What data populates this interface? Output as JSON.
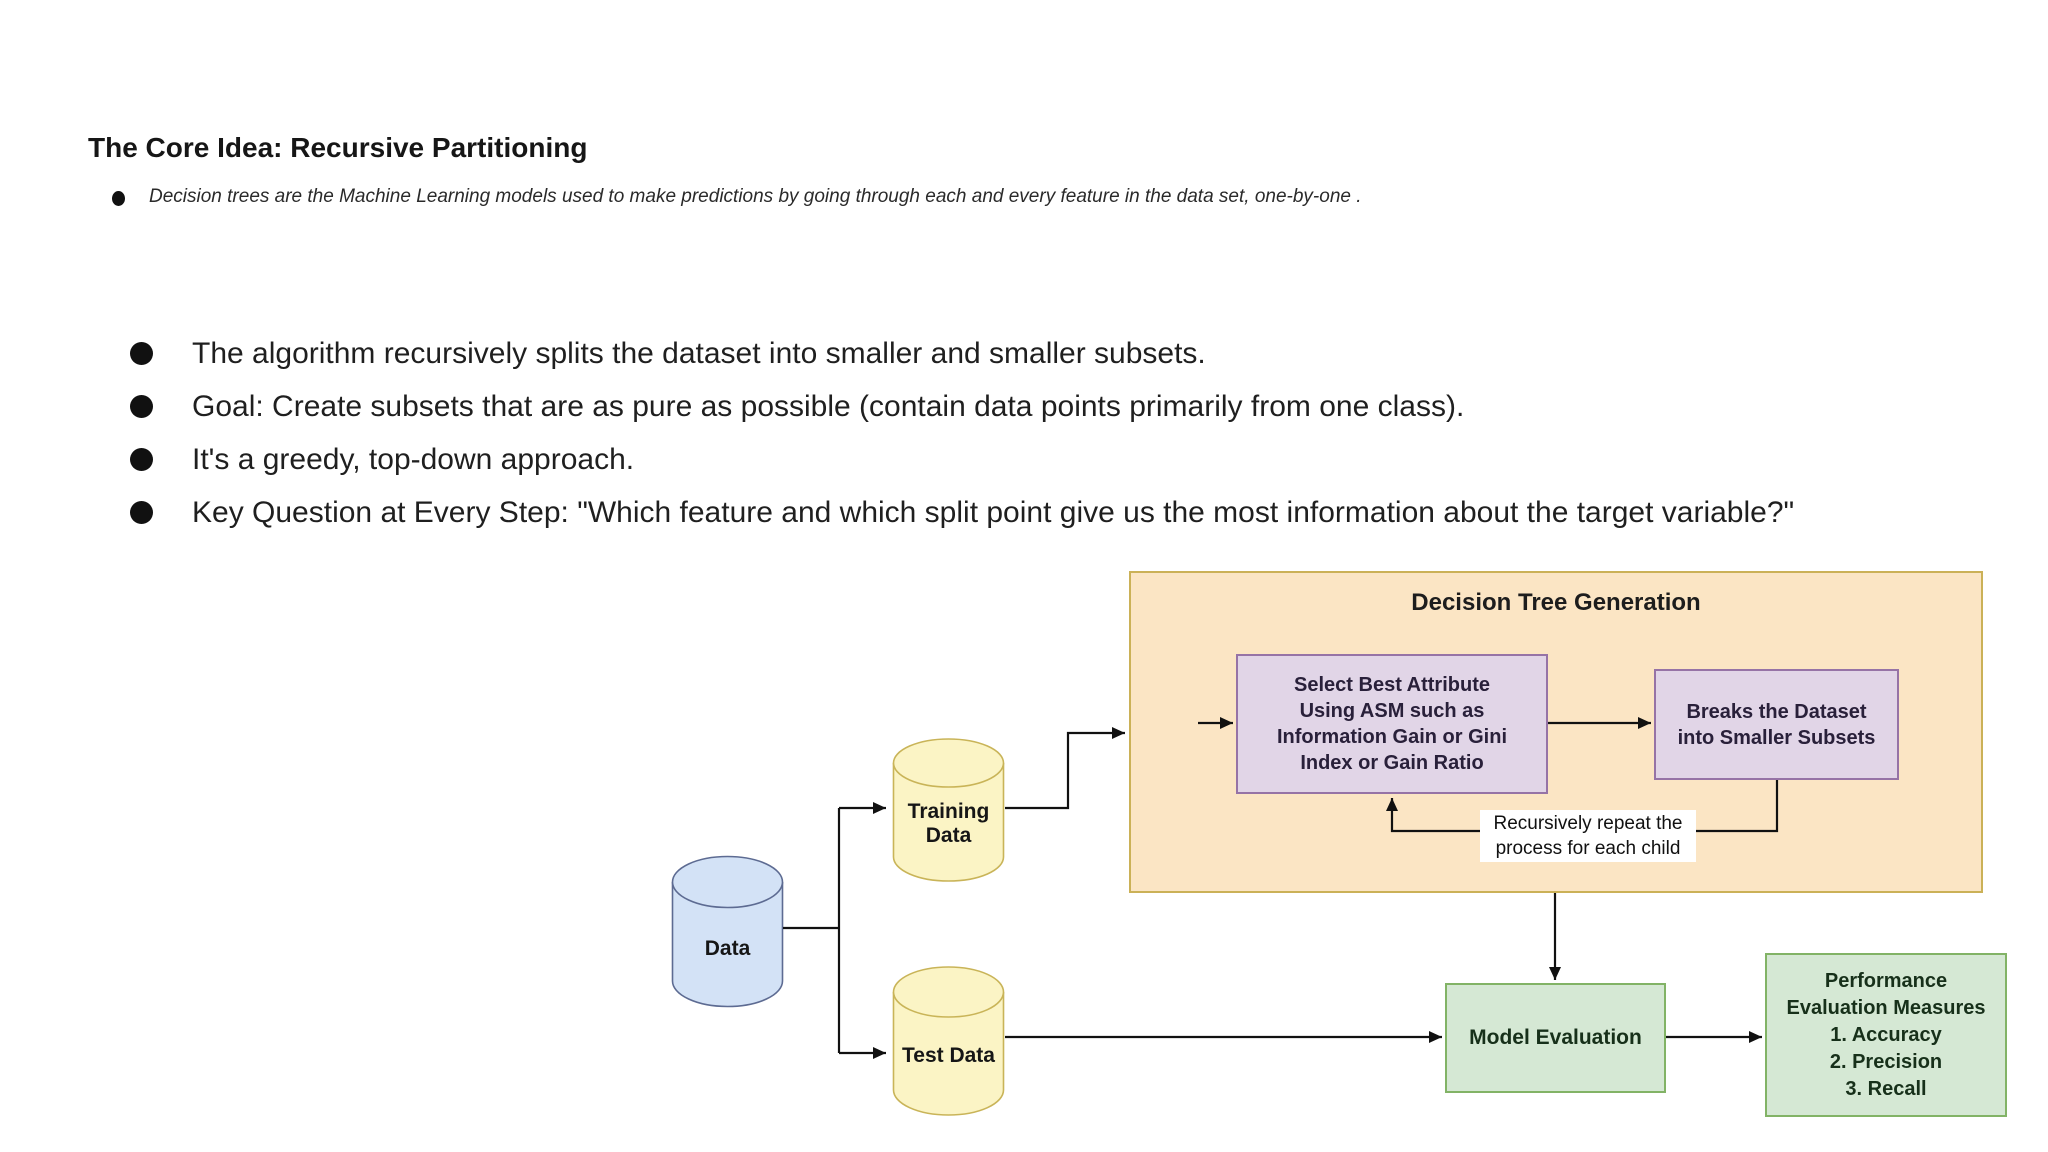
{
  "colors": {
    "orange_fill": "#FBE5C4",
    "orange_border": "#CBB157",
    "purple_fill": "#E1D5E7",
    "purple_border": "#9673A6",
    "green_fill": "#D5E8D4",
    "green_border": "#82B366",
    "yellow_fill": "#FBF4C5",
    "yellow_border": "#C9B458",
    "blue_fill": "#D3E2F6",
    "blue_border": "#5D6B92",
    "line": "#111111",
    "text": "#1f1f1f"
  },
  "header": {
    "title": "The Core Idea: Recursive Partitioning"
  },
  "intro_bullet": "Decision trees are the Machine Learning models used to make predictions by going through each and every feature in the data set, one-by-one .",
  "main_bullets": [
    "The algorithm recursively splits the dataset into smaller and smaller subsets.",
    "Goal: Create subsets that are as pure as possible (contain data points primarily from one class).",
    "It's a greedy, top-down approach.",
    "Key Question at Every Step: \"Which feature and which split point give us the most information about the target variable?\""
  ],
  "diagram": {
    "container_title": "Decision Tree Generation",
    "data_cylinder": "Data",
    "training_cylinder": {
      "lines": [
        "Training",
        "Data"
      ]
    },
    "test_cylinder": "Test Data",
    "select_box": {
      "lines": [
        "Select Best Attribute",
        "Using ASM such as",
        "Information Gain or Gini",
        "Index or Gain Ratio"
      ]
    },
    "breaks_box": {
      "lines": [
        "Breaks the Dataset",
        "into Smaller Subsets"
      ]
    },
    "loop_label": {
      "lines": [
        "Recursively repeat the",
        "process for each child"
      ]
    },
    "model_eval_box": "Model Evaluation",
    "performance_box": {
      "lines": [
        "Performance",
        "Evaluation Measures",
        "1. Accuracy",
        "2. Precision",
        "3. Recall"
      ]
    }
  }
}
